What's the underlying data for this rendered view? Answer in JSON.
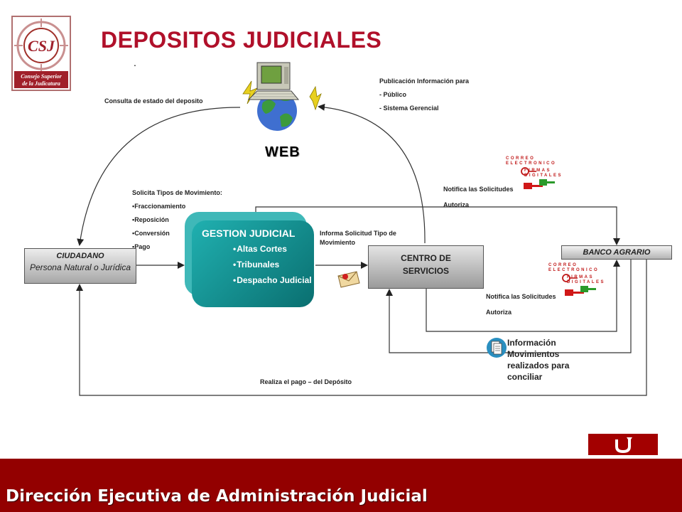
{
  "title": "DEPOSITOS  JUDICIALES",
  "title_dot": ".",
  "logo": {
    "abbr": "CSJ",
    "line1": "Consejo Superior",
    "line2": "de la Judicatura"
  },
  "web_label": "WEB",
  "consulta_label": "Consulta de estado del  deposito",
  "publicacion": {
    "title": "Publicación Información para",
    "items": [
      "- Público",
      "- Sistema Gerencial"
    ]
  },
  "solicita": {
    "title": "Solicita Tipos de Movimiento:",
    "items": [
      "Fraccionamiento",
      "Reposición",
      "Conversión",
      "Pago"
    ]
  },
  "ciudadano": {
    "title": "CIUDADANO",
    "subtitle": "Persona Natural o Jurídica"
  },
  "gestion": {
    "title": "GESTION JUDICIAL",
    "items": [
      "Altas Cortes",
      "Tribunales",
      "Despacho Judicial"
    ]
  },
  "informa_label": "Informa Solicitud Tipo de Movimiento",
  "centro": {
    "line1": "CENTRO DE",
    "line2": "SERVICIOS"
  },
  "banco": "BANCO AGRARIO",
  "notifica_top": {
    "line1": "Notifica las Solicitudes",
    "line2": "Autoriza"
  },
  "notifica_bottom": {
    "line1": "Notifica las Solicitudes",
    "line2": "Autoriza"
  },
  "correo_label": "CORREO ELECTRONICO",
  "firmas_label": "FIRMAS DIGITALES",
  "info_movimientos": "Información Movimientos realizados para conciliar",
  "realiza_label": "Realiza el pago – del Depósito",
  "footer": "Dirección Ejecutiva de Administración Judicial",
  "colors": {
    "title": "#b0102a",
    "footer": "#930000",
    "gestion": "#0a8f90",
    "button": "#a30000"
  }
}
